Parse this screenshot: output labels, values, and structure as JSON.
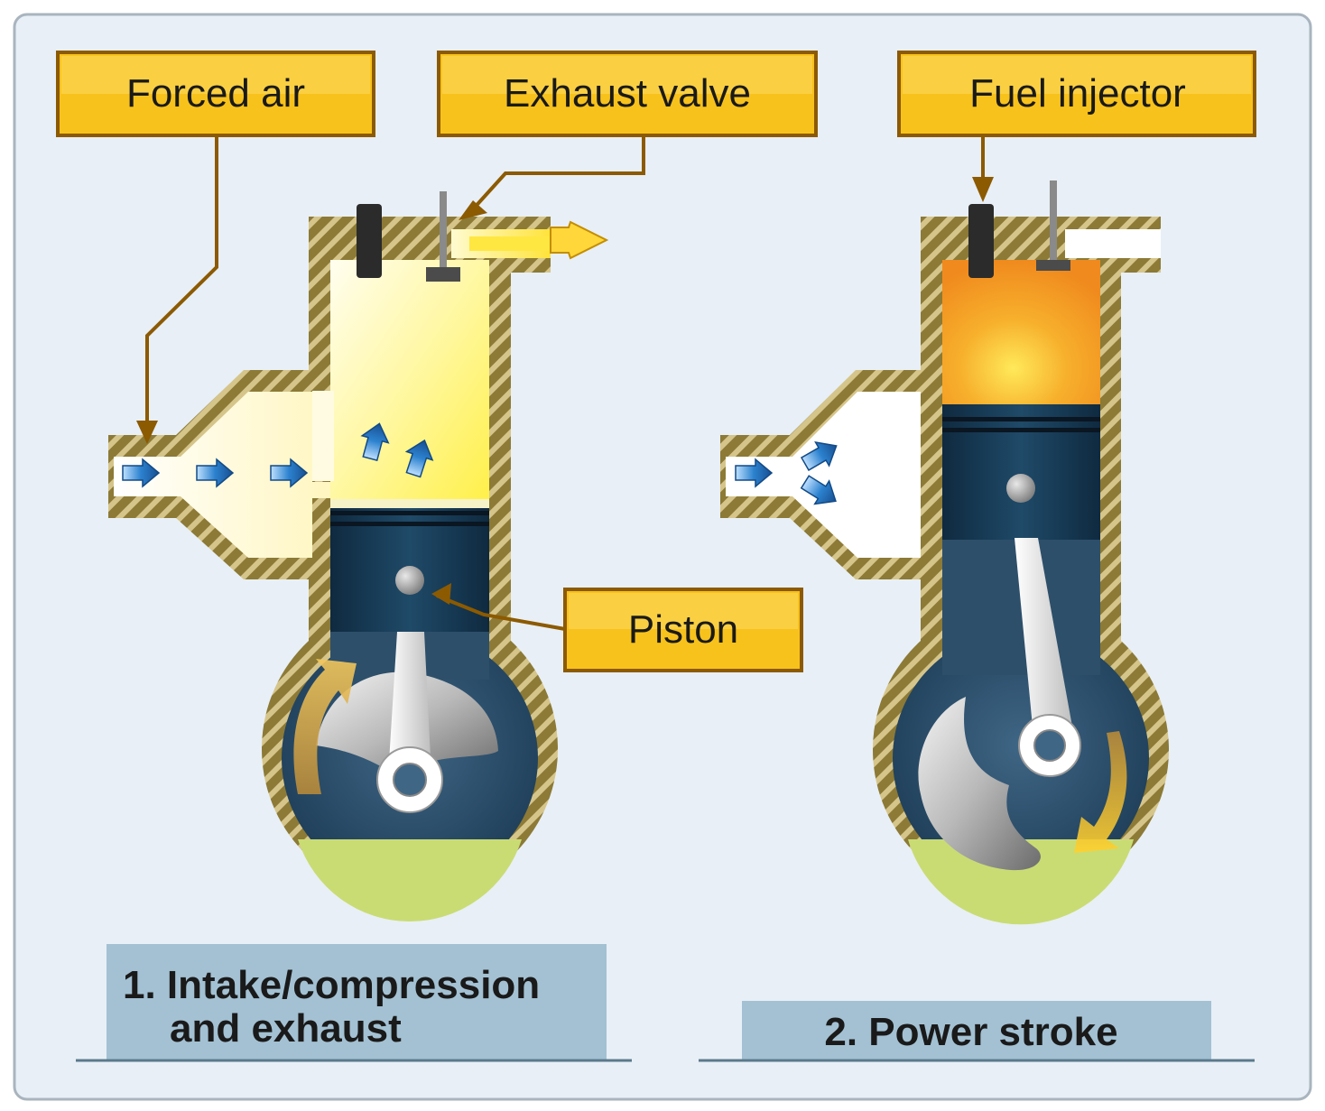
{
  "colors": {
    "panel_bg": "#e8eff6",
    "panel_border": "#a9b4be",
    "callout_fill": "#f8c21c",
    "callout_border": "#8c5a00",
    "leader": "#8c5a00",
    "caption_bg": "#a3c1d3",
    "wall_fill": "#8c7a36",
    "wall_stripe": "#d6c58a",
    "piston": "#173a55",
    "crankcase": "#2d4f6a",
    "oil": "#c9dc74",
    "combustion": "#f39a24",
    "intake_glow": "#fff35a",
    "flow_arrow": "#1f6fb8"
  },
  "callouts": {
    "forced_air": "Forced air",
    "exhaust_valve": "Exhaust valve",
    "fuel_injector": "Fuel injector",
    "piston": "Piston"
  },
  "captions": {
    "stage1_line1": "1. Intake/compression",
    "stage1_line2": "and exhaust",
    "stage2": "2. Power stroke"
  },
  "icons": {
    "stage1_diagram": "two-stroke-intake-compression-icon",
    "stage2_diagram": "two-stroke-power-stroke-icon"
  }
}
